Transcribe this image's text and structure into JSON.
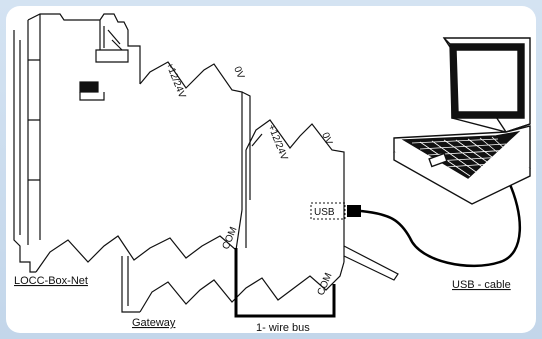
{
  "labels": {
    "locc_box_net": "LOCC-Box-Net",
    "gateway": "Gateway",
    "wire_bus": "1- wire bus",
    "usb_cable": "USB - cable",
    "usb_port": "USB",
    "com_left": "COM",
    "com_right": "COM",
    "v_left_plus": "+12/24V",
    "v_left_0": "0V",
    "v_right_plus": "+12/24V",
    "v_right_0": "0V"
  }
}
